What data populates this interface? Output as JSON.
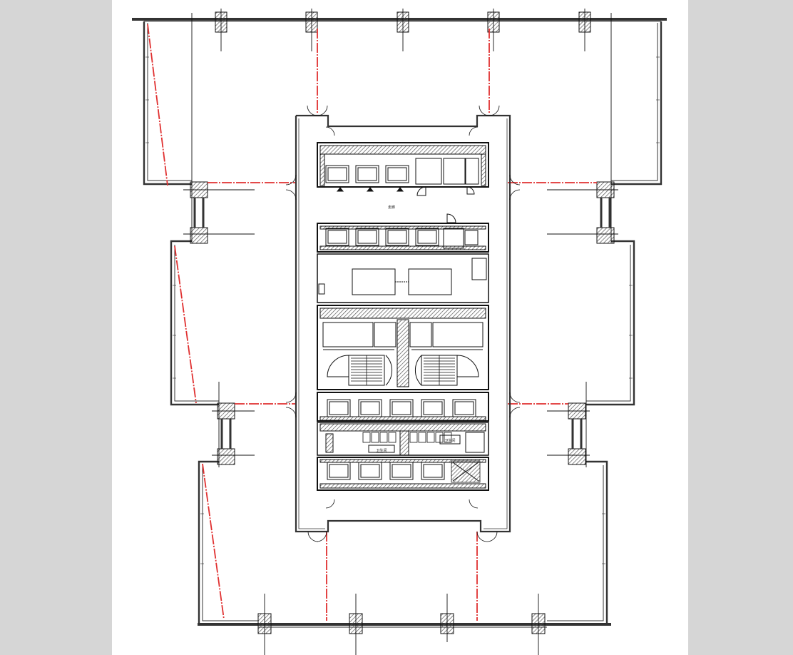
{
  "colors": {
    "background": "#d6d6d6",
    "sheet": "#ffffff",
    "wall": "#333333",
    "partition_red": "#e03030",
    "line": "#111111"
  },
  "drawing": {
    "type": "floor-plan",
    "labels": [
      {
        "id": "corridor",
        "text": "走廊"
      },
      {
        "id": "toilet-a",
        "text": "卫生间"
      },
      {
        "id": "toilet-b",
        "text": "卫生间"
      }
    ]
  }
}
